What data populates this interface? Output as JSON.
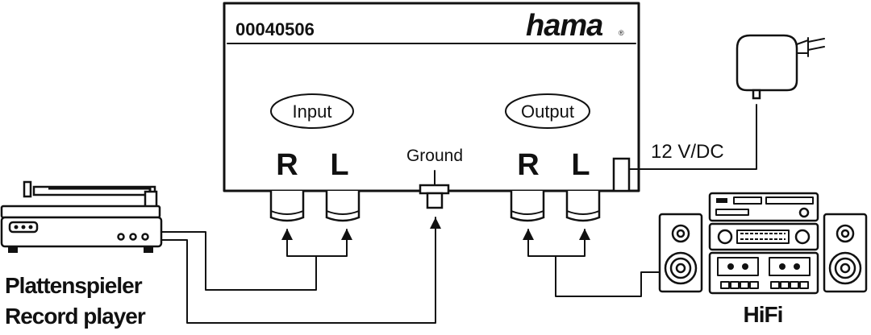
{
  "device": {
    "article_number": "00040506",
    "brand": "hama",
    "registered_mark": "®"
  },
  "input": {
    "label": "Input",
    "right": "R",
    "left": "L"
  },
  "ground": {
    "label": "Ground"
  },
  "output": {
    "label": "Output",
    "right": "R",
    "left": "L"
  },
  "power": {
    "label": "12 V/DC"
  },
  "record_player": {
    "label_de": "Plattenspieler",
    "label_en": "Record player"
  },
  "hifi": {
    "label": "HiFi"
  },
  "colors": {
    "line": "#111111",
    "background": "#ffffff"
  }
}
